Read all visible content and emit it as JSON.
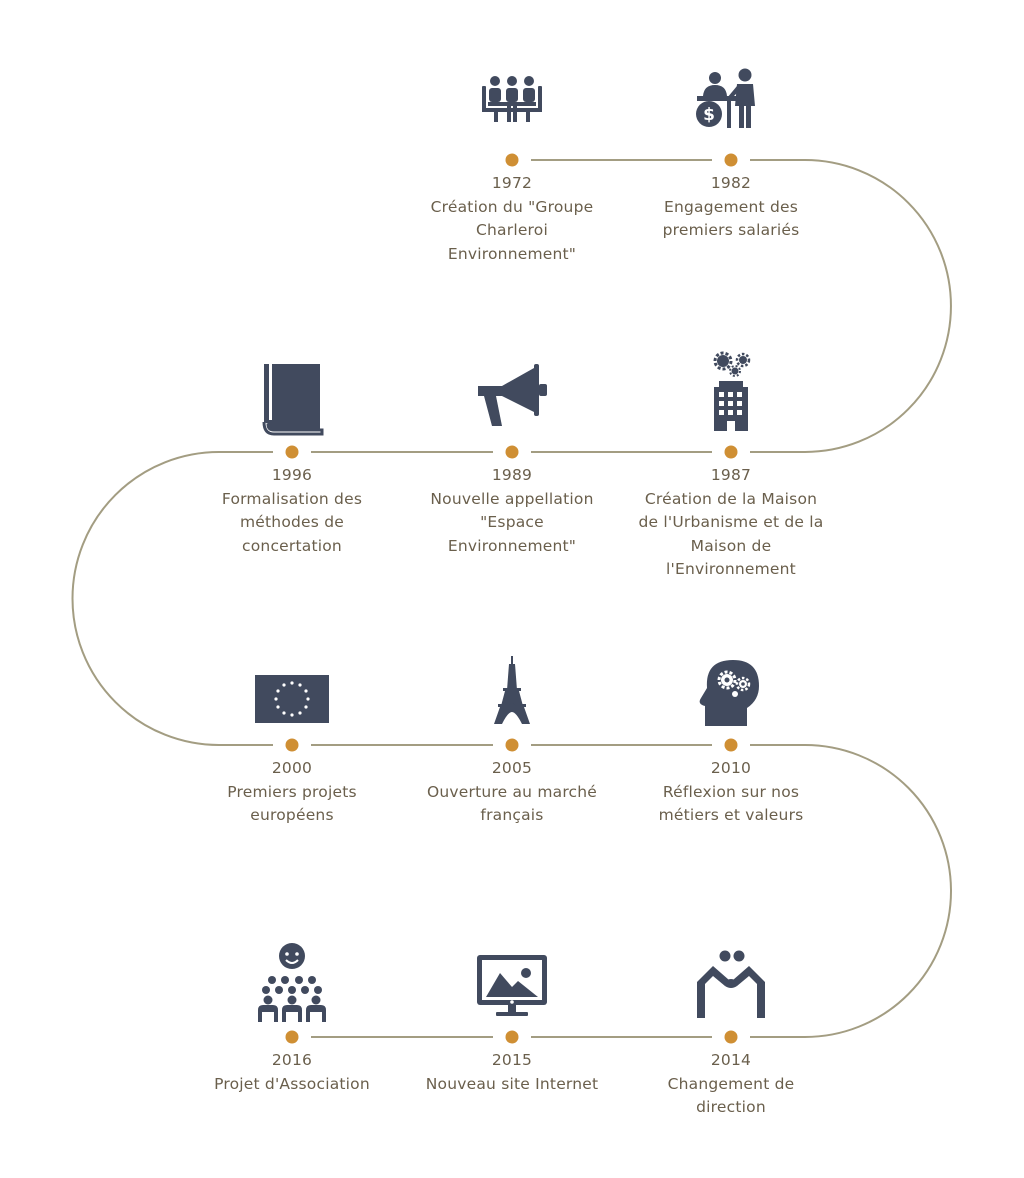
{
  "colors": {
    "line": "#a39d82",
    "dot": "#cf8f34",
    "icon": "#414a5e",
    "text": "#6a5f4c"
  },
  "milestones": [
    {
      "year": "1972",
      "label": "Création du \"Groupe Charleroi Environnement\"",
      "icon": "meeting-table-icon"
    },
    {
      "year": "1982",
      "label": "Engagement des premiers salariés",
      "icon": "hiring-salary-icon"
    },
    {
      "year": "1987",
      "label": "Création de la Maison de l'Urbanisme et de la Maison de l'Environnement",
      "icon": "building-gears-icon"
    },
    {
      "year": "1989",
      "label": "Nouvelle appellation \"Espace Environnement\"",
      "icon": "megaphone-icon"
    },
    {
      "year": "1996",
      "label": "Formalisation des méthodes de concertation",
      "icon": "book-icon"
    },
    {
      "year": "2000",
      "label": "Premiers projets européens",
      "icon": "eu-flag-icon"
    },
    {
      "year": "2005",
      "label": "Ouverture au marché français",
      "icon": "eiffel-tower-icon"
    },
    {
      "year": "2010",
      "label": "Réflexion sur nos métiers et valeurs",
      "icon": "head-gears-icon"
    },
    {
      "year": "2014",
      "label": "Changement de direction",
      "icon": "handshake-icon"
    },
    {
      "year": "2015",
      "label": "Nouveau site Internet",
      "icon": "monitor-image-icon"
    },
    {
      "year": "2016",
      "label": "Projet d'Association",
      "icon": "crowd-icon"
    }
  ]
}
